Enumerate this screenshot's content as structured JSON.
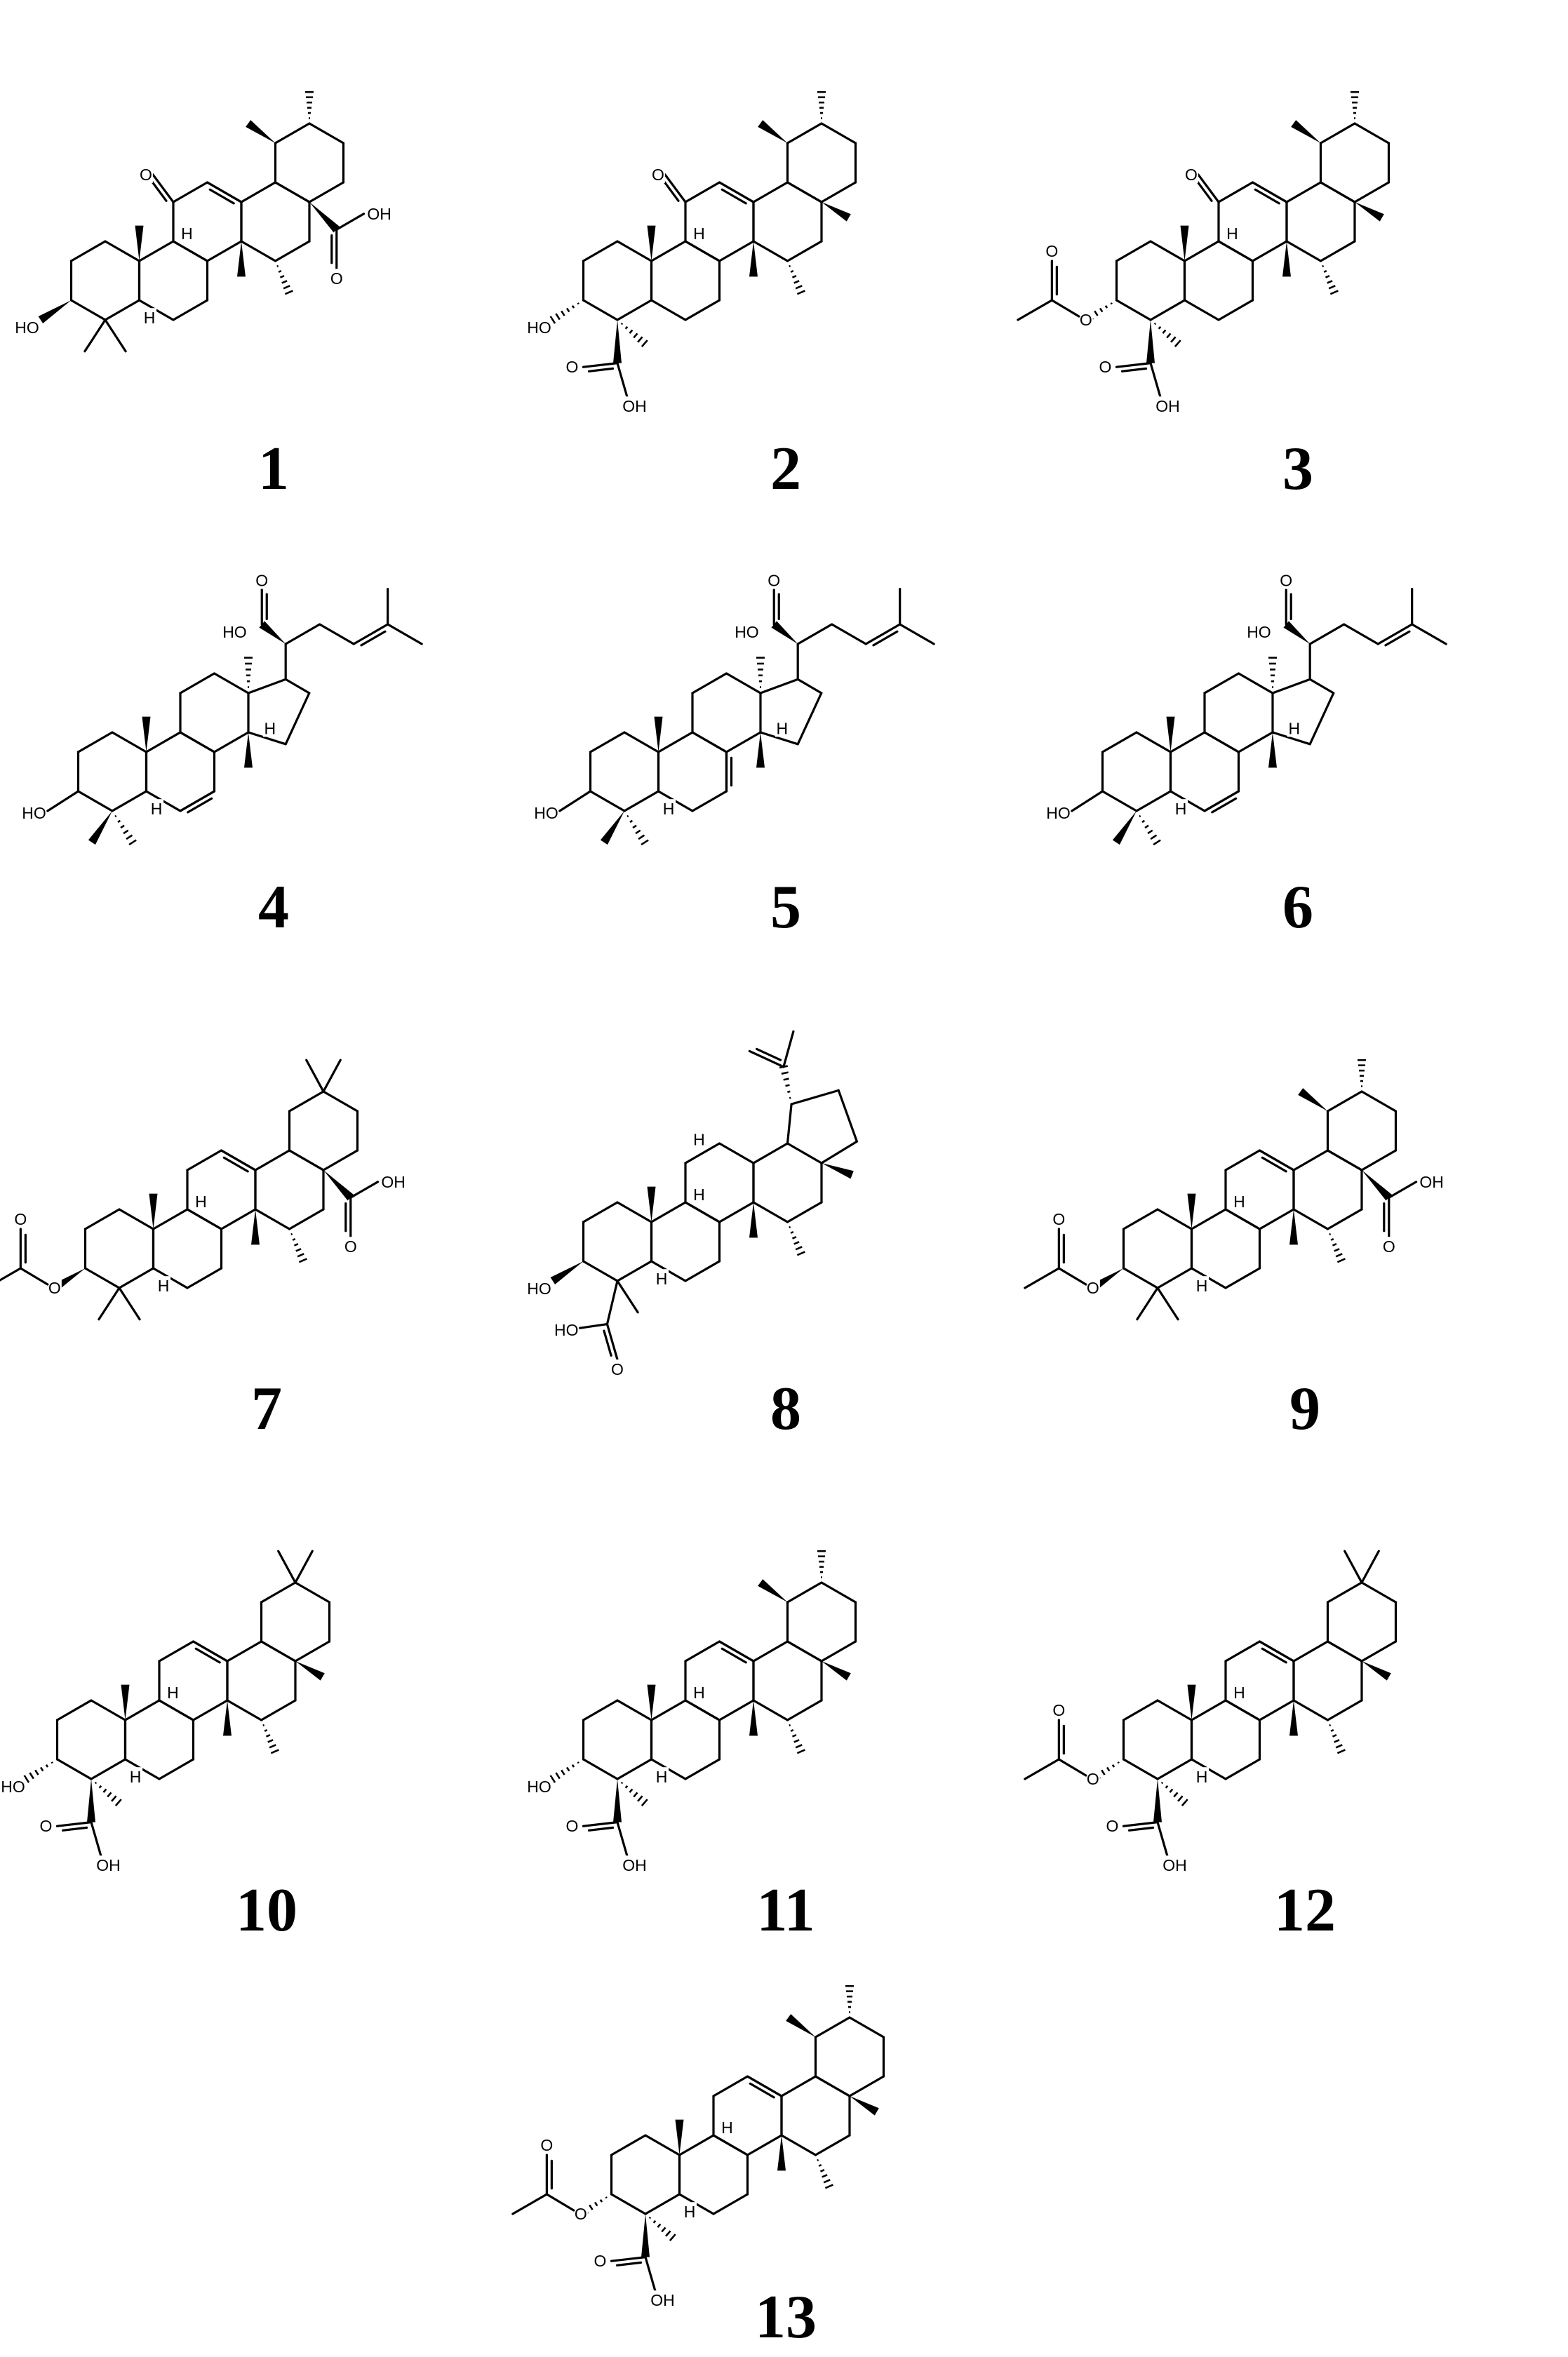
{
  "figure": {
    "compounds": [
      {
        "id": "1",
        "label": "1"
      },
      {
        "id": "2",
        "label": "2"
      },
      {
        "id": "3",
        "label": "3"
      },
      {
        "id": "4",
        "label": "4"
      },
      {
        "id": "5",
        "label": "5"
      },
      {
        "id": "6",
        "label": "6"
      },
      {
        "id": "7",
        "label": "7"
      },
      {
        "id": "8",
        "label": "8"
      },
      {
        "id": "9",
        "label": "9"
      },
      {
        "id": "10",
        "label": "10"
      },
      {
        "id": "11",
        "label": "11"
      },
      {
        "id": "12",
        "label": "12"
      },
      {
        "id": "13",
        "label": "13"
      }
    ],
    "atom_labels": {
      "hydroxyl": "HO",
      "acid_oh": "OH",
      "acid_ho": "HO",
      "oxygen": "O",
      "hydrogen": "H"
    },
    "colors": {
      "ink": "#000000",
      "background": "#ffffff"
    }
  }
}
